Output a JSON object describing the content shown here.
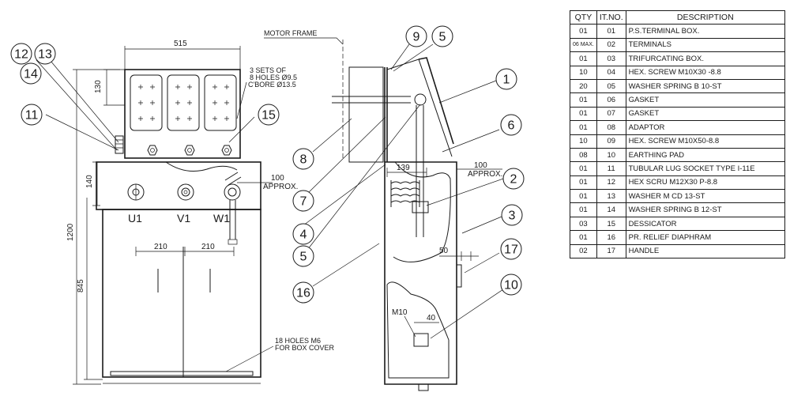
{
  "labels": {
    "motor_frame": "MOTOR FRAME",
    "holes_note": [
      "3 SETS OF",
      "8 HOLES Ø9.5",
      "C'BORE Ø13.5"
    ],
    "cover_note": [
      "18 HOLES M6",
      "FOR BOX COVER"
    ],
    "approx1": [
      "100",
      "APPROX."
    ],
    "approx2": [
      "100",
      "APPROX."
    ],
    "terminal_u": "U1",
    "terminal_v": "V1",
    "terminal_w": "W1",
    "m10": "M10"
  },
  "dimensions": {
    "width_515": "515",
    "height_130": "130",
    "height_140": "140",
    "span_210_left": "210",
    "span_210_right": "210",
    "height_1200": "1200",
    "height_845": "845",
    "depth_139": "139",
    "offset_50": "50",
    "offset_40": "40"
  },
  "callouts": [
    "12",
    "13",
    "14",
    "11",
    "15",
    "8",
    "7",
    "4",
    "5",
    "16",
    "9",
    "5",
    "1",
    "6",
    "2",
    "3",
    "17",
    "10"
  ],
  "bom": {
    "headers": {
      "qty": "QTY",
      "item": "IT.NO.",
      "desc": "DESCRIPTION"
    },
    "rows": [
      {
        "qty": "01",
        "item": "01",
        "desc": "P.S.TERMINAL BOX."
      },
      {
        "qty": "06 MAX.",
        "item": "02",
        "desc": "TERMINALS"
      },
      {
        "qty": "01",
        "item": "03",
        "desc": "TRIFURCATING BOX."
      },
      {
        "qty": "10",
        "item": "04",
        "desc": "HEX. SCREW M10X30 -8.8"
      },
      {
        "qty": "20",
        "item": "05",
        "desc": "WASHER SPRING B 10-ST"
      },
      {
        "qty": "01",
        "item": "06",
        "desc": "GASKET"
      },
      {
        "qty": "01",
        "item": "07",
        "desc": "GASKET"
      },
      {
        "qty": "01",
        "item": "08",
        "desc": "ADAPTOR"
      },
      {
        "qty": "10",
        "item": "09",
        "desc": "HEX. SCREW M10X50-8.8"
      },
      {
        "qty": "08",
        "item": "10",
        "desc": "EARTHING PAD"
      },
      {
        "qty": "01",
        "item": "11",
        "desc": "TUBULAR LUG SOCKET TYPE I-11E"
      },
      {
        "qty": "01",
        "item": "12",
        "desc": "HEX SCRU M12X30 P-8.8"
      },
      {
        "qty": "01",
        "item": "13",
        "desc": "WASHER M CD 13-ST"
      },
      {
        "qty": "01",
        "item": "14",
        "desc": "WASHER SPRING B 12-ST"
      },
      {
        "qty": "03",
        "item": "15",
        "desc": "DESSICATOR"
      },
      {
        "qty": "01",
        "item": "16",
        "desc": "PR. RELIEF DIAPHRAM"
      },
      {
        "qty": "02",
        "item": "17",
        "desc": "HANDLE"
      }
    ]
  }
}
